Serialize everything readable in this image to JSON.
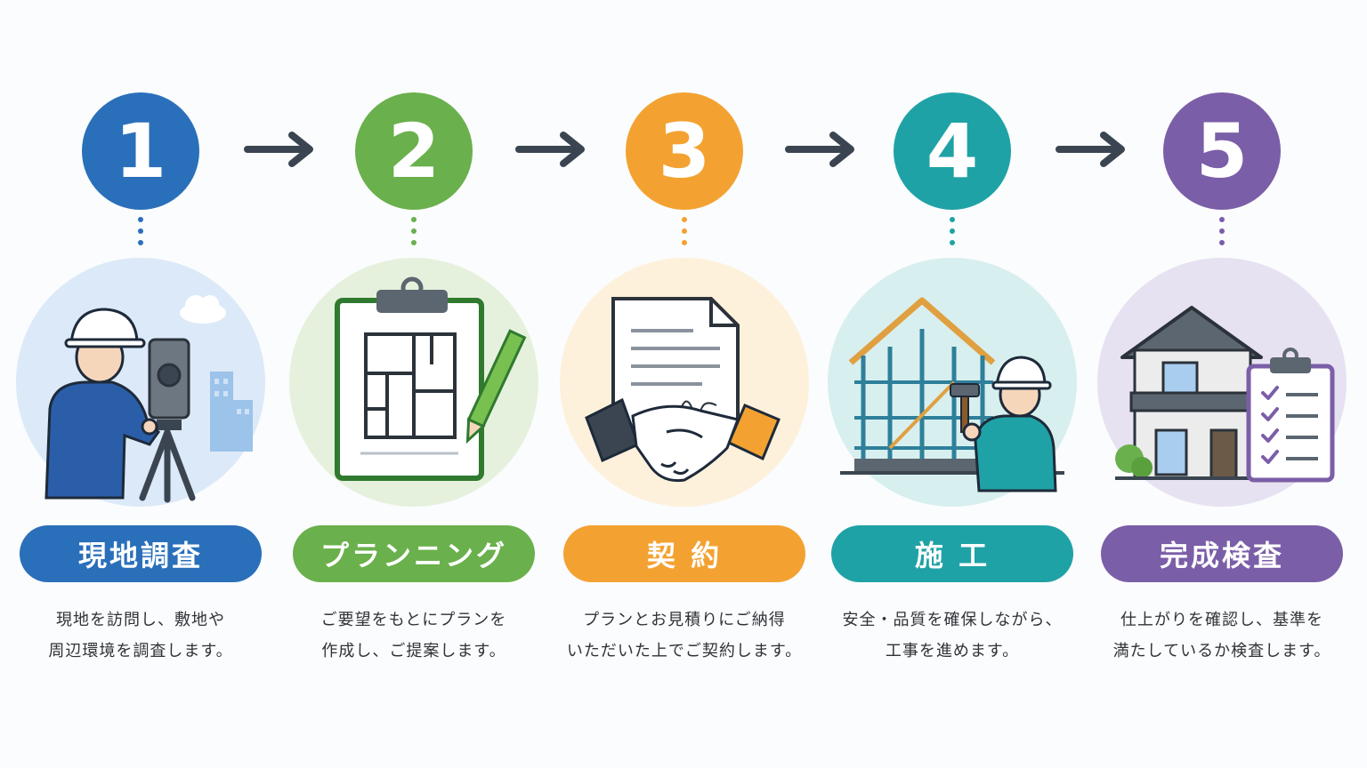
{
  "colors": {
    "blue": "#2a6fba",
    "green": "#6ab04c",
    "orange": "#f3a232",
    "teal": "#1fa2a6",
    "purple": "#7b5ea8",
    "arrow": "#3a4551"
  },
  "steps": [
    {
      "number": "1",
      "title": "現地調査",
      "desc_line1": "現地を訪問し、敷地や",
      "desc_line2": "周辺環境を調査します。",
      "icon": "surveyor-icon"
    },
    {
      "number": "2",
      "title": "プランニング",
      "desc_line1": "ご要望をもとにプランを",
      "desc_line2": "作成し、ご提案します。",
      "icon": "clipboard-floorplan-icon"
    },
    {
      "number": "3",
      "title": "契 約",
      "desc_line1": "プランとお見積りにご納得",
      "desc_line2": "いただいた上でご契約します。",
      "icon": "handshake-contract-icon"
    },
    {
      "number": "4",
      "title": "施 工",
      "desc_line1": "安全・品質を確保しながら、",
      "desc_line2": "工事を進めます。",
      "icon": "construction-icon"
    },
    {
      "number": "5",
      "title": "完成検査",
      "desc_line1": "仕上がりを確認し、基準を",
      "desc_line2": "満たしているか検査します。",
      "icon": "house-checklist-icon"
    }
  ]
}
